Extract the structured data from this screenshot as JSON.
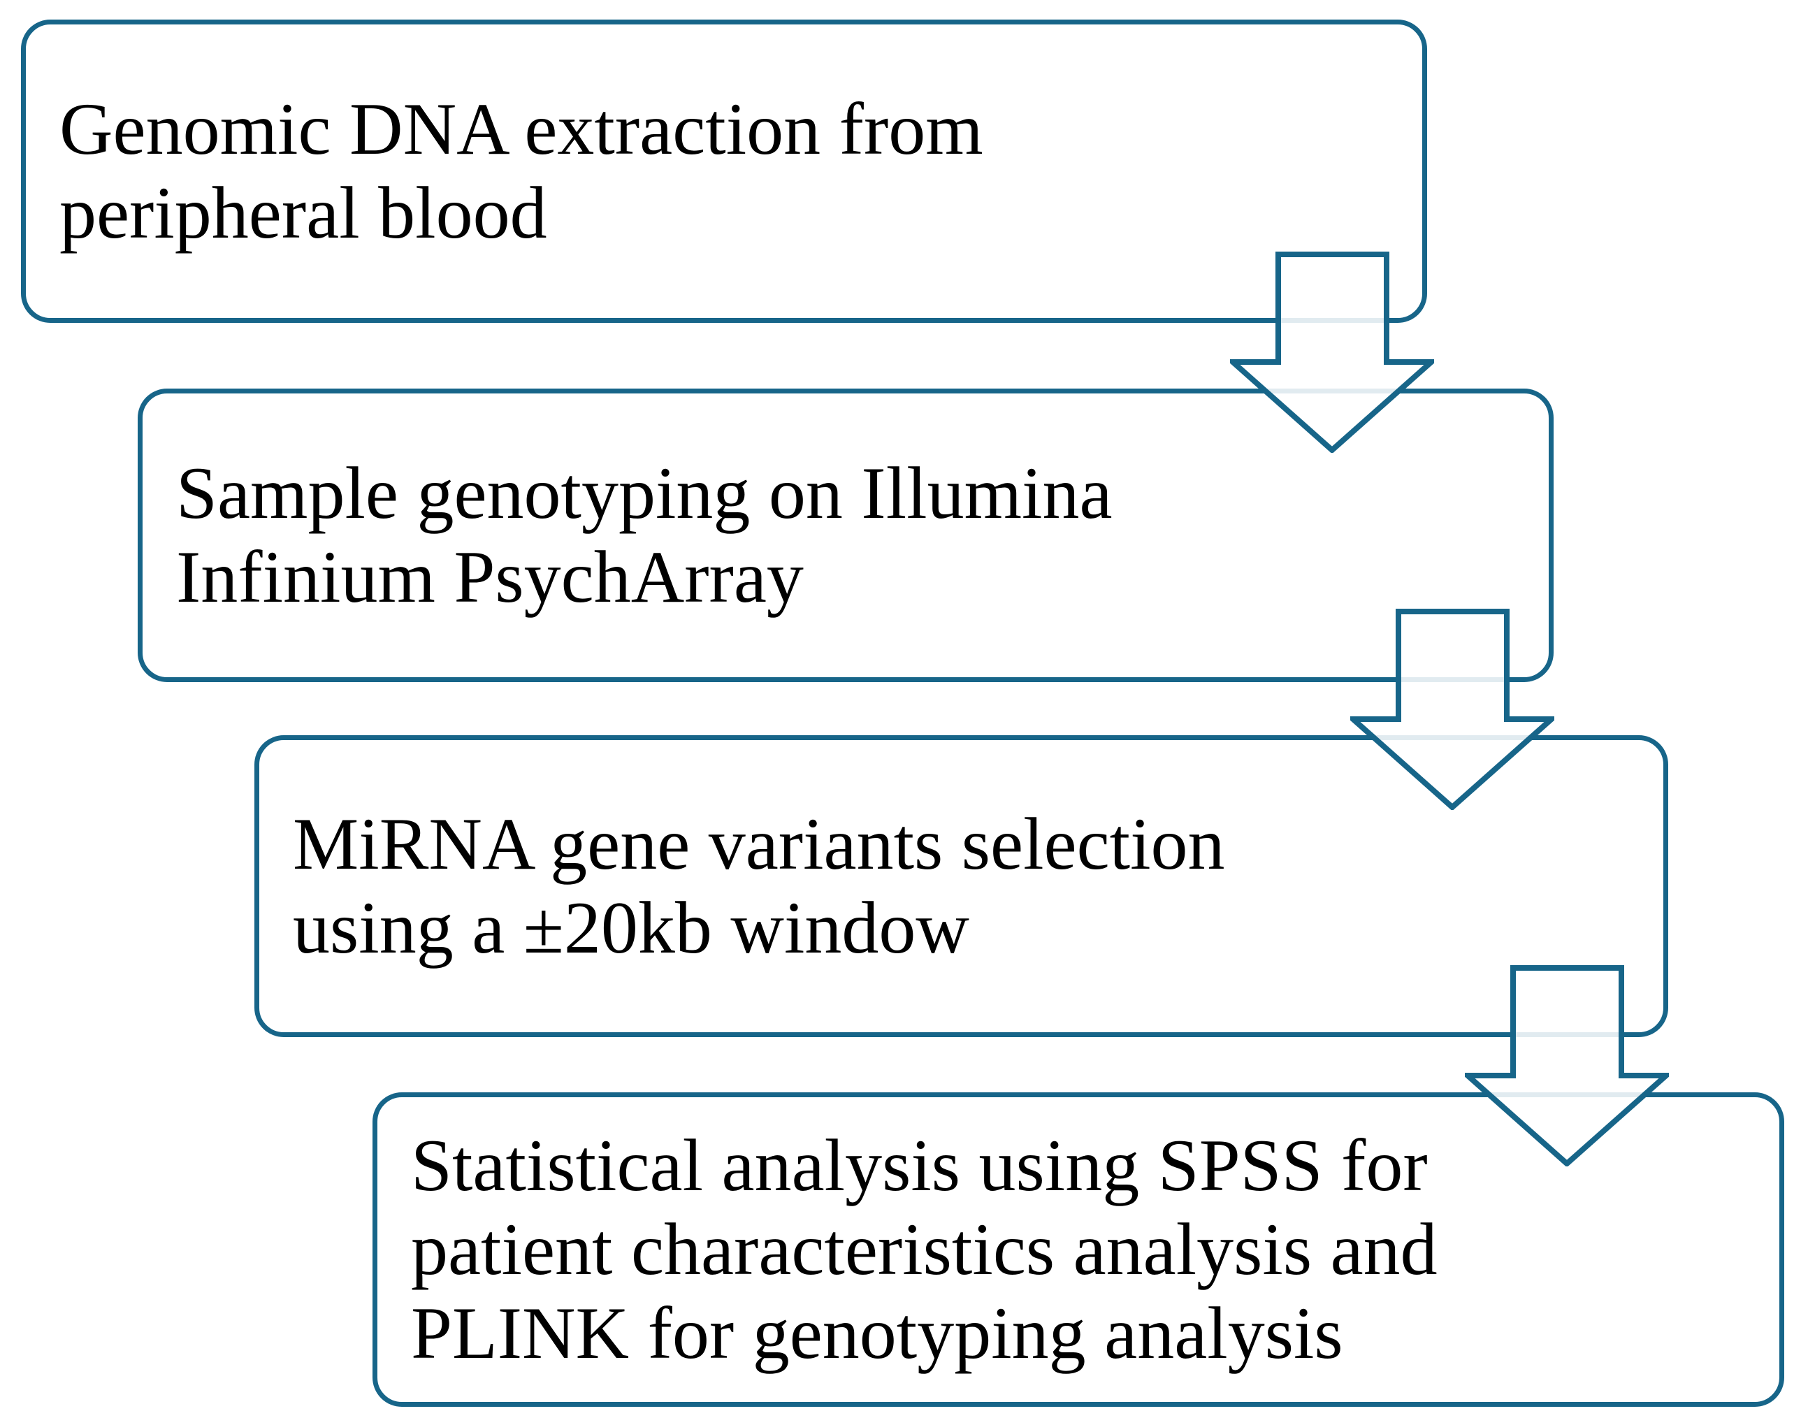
{
  "figure": {
    "type": "flowchart",
    "direction": "top-down",
    "background": "#ffffff",
    "accent_color": "#176589",
    "text_color": "#000000",
    "steps": [
      {
        "text": "Genomic DNA extraction from peripheral blood",
        "lines": [
          "Genomic DNA extraction from",
          "peripheral blood"
        ]
      },
      {
        "text": "Sample genotyping on Illumina Infinium PsychArray",
        "lines": [
          "Sample genotyping on Illumina",
          "Infinium PsychArray"
        ]
      },
      {
        "text": "MiRNA gene variants selection using a ±20kb window",
        "lines": [
          "MiRNA gene variants selection",
          "using a ±20kb window"
        ]
      },
      {
        "text": "Statistical analysis using SPSS for patient characteristics analysis and PLINK for genotyping analysis",
        "lines": [
          "Statistical analysis using SPSS for",
          "patient characteristics analysis and",
          "PLINK for genotyping analysis"
        ]
      }
    ],
    "connectors": [
      {
        "shape": "block-arrow-down",
        "from_step": 1,
        "to_step": 2
      },
      {
        "shape": "block-arrow-down",
        "from_step": 2,
        "to_step": 3
      },
      {
        "shape": "block-arrow-down",
        "from_step": 3,
        "to_step": 4
      }
    ]
  }
}
